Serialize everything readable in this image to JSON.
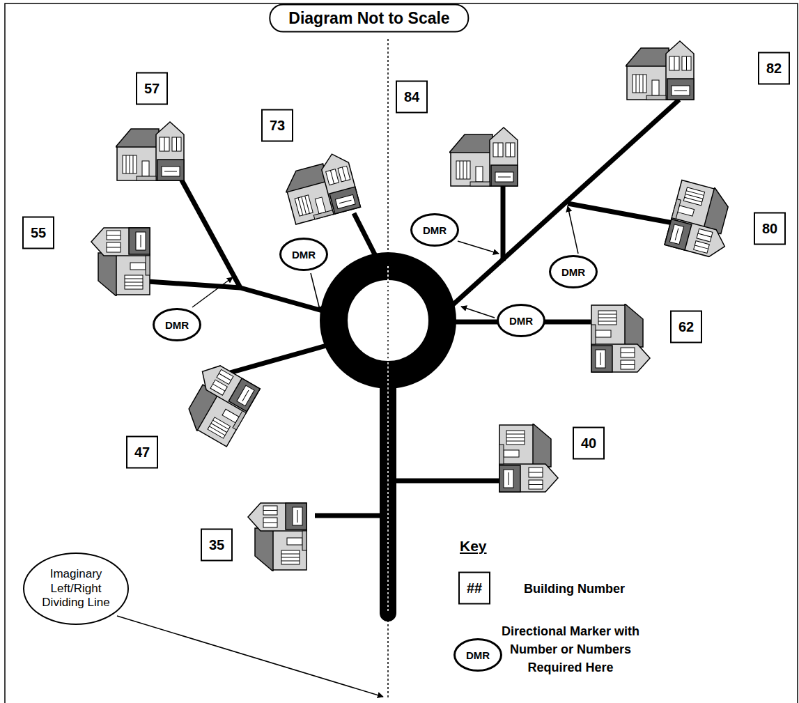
{
  "diagram": {
    "title": "Diagram Not to Scale",
    "nodes": [
      {
        "text": [
          "57"
        ]
      },
      {
        "text": [
          "82"
        ]
      },
      {
        "text": [
          "84"
        ]
      },
      {
        "text": [
          "73"
        ]
      },
      {
        "text": [
          "80"
        ]
      },
      {
        "text": [
          "DMR"
        ]
      },
      {
        "text": [
          "55"
        ]
      },
      {
        "text": [
          "DMR"
        ]
      },
      {
        "text": [
          "DMR"
        ]
      },
      {
        "text": [
          "DMR"
        ]
      },
      {
        "text": [
          "62"
        ]
      },
      {
        "text": [
          "DMR"
        ]
      },
      {
        "text": [
          "40"
        ]
      },
      {
        "text": [
          "47"
        ]
      },
      {
        "text": [
          "35"
        ]
      },
      {
        "text": [
          "Imaginary Left/Right Dividing Line"
        ]
      },
      {
        "text": [
          "##"
        ]
      },
      {
        "text": [
          "DMR"
        ]
      }
    ],
    "labels": [
      "Key"
    ],
    "legend": [
      {
        "text": "Building Number"
      },
      {
        "text": "Directional Marker with Number or Numbers Required Here"
      }
    ]
  }
}
